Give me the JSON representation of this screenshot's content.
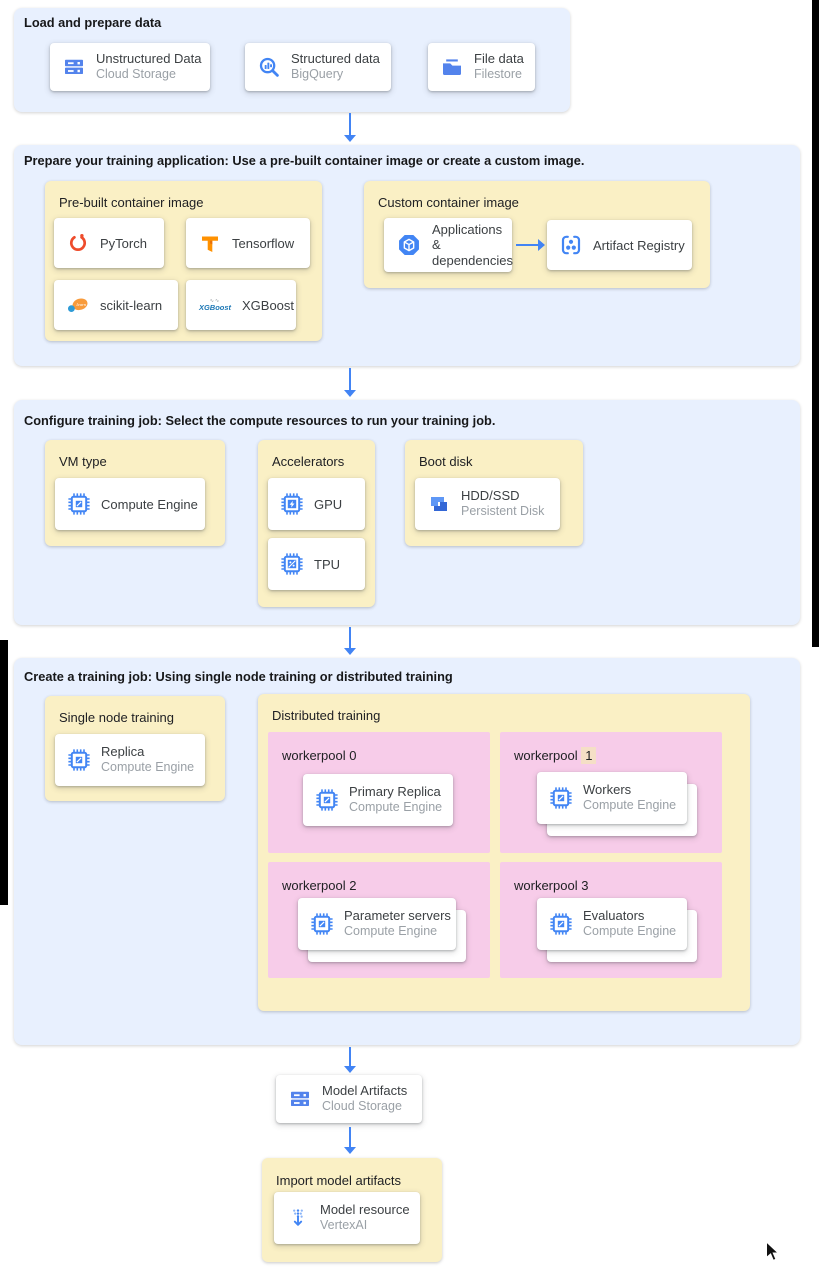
{
  "colors": {
    "section_bg": "#e8f0fe",
    "group_bg": "#faf0c5",
    "pool_bg": "#f7cce9",
    "arrow": "#4284f4",
    "card_title": "#3c4043",
    "card_subtitle": "#9aa0a6",
    "highlight": "#f5dfc6"
  },
  "sections": {
    "load": {
      "title": "Load and prepare data",
      "cards": [
        {
          "icon": "cloud-storage-icon",
          "title": "Unstructured Data",
          "subtitle": "Cloud Storage"
        },
        {
          "icon": "bigquery-icon",
          "title": "Structured data",
          "subtitle": "BigQuery"
        },
        {
          "icon": "filestore-icon",
          "title": "File data",
          "subtitle": "Filestore"
        }
      ]
    },
    "prepare": {
      "title": "Prepare your training application: Use a pre-built container image or create a custom image.",
      "prebuilt": {
        "label": "Pre-built container image",
        "cards": [
          {
            "icon": "pytorch-icon",
            "title": "PyTorch"
          },
          {
            "icon": "tensorflow-icon",
            "title": "Tensorflow"
          },
          {
            "icon": "scikit-learn-icon",
            "title": "scikit-learn"
          },
          {
            "icon": "xgboost-icon",
            "title": "XGBoost"
          }
        ]
      },
      "custom": {
        "label": "Custom container image",
        "source_card": {
          "icon": "applications-icon",
          "title": "Applications & dependencies"
        },
        "target_card": {
          "icon": "artifact-registry-icon",
          "title": "Artifact Registry"
        }
      }
    },
    "configure": {
      "title": "Configure training job: Select the compute resources to run your training job.",
      "vm_type": {
        "label": "VM type",
        "card": {
          "icon": "compute-engine-icon",
          "title": "Compute Engine"
        }
      },
      "accelerators": {
        "label": "Accelerators",
        "cards": [
          {
            "icon": "gpu-icon",
            "title": "GPU"
          },
          {
            "icon": "tpu-icon",
            "title": "TPU"
          }
        ]
      },
      "boot_disk": {
        "label": "Boot disk",
        "card": {
          "icon": "persistent-disk-icon",
          "title": "HDD/SSD",
          "subtitle": "Persistent Disk"
        }
      }
    },
    "create": {
      "title": "Create a training job: Using single node training or distributed training",
      "single_node": {
        "label": "Single node training",
        "card": {
          "icon": "compute-engine-icon",
          "title": "Replica",
          "subtitle": "Compute Engine"
        }
      },
      "distributed": {
        "label": "Distributed training",
        "pools": [
          {
            "name": "workerpool",
            "num": "0",
            "card": {
              "icon": "compute-engine-icon",
              "title": "Primary Replica",
              "subtitle": "Compute Engine"
            }
          },
          {
            "name": "workerpool",
            "num": "1",
            "card": {
              "icon": "compute-engine-icon",
              "title": "Workers",
              "subtitle": "Compute Engine"
            }
          },
          {
            "name": "workerpool",
            "num": "2",
            "card": {
              "icon": "compute-engine-icon",
              "title": "Parameter servers",
              "subtitle": "Compute Engine"
            }
          },
          {
            "name": "workerpool",
            "num": "3",
            "card": {
              "icon": "compute-engine-icon",
              "title": "Evaluators",
              "subtitle": "Compute Engine"
            }
          }
        ]
      }
    }
  },
  "outputs": {
    "model_artifacts": {
      "icon": "cloud-storage-icon",
      "title": "Model Artifacts",
      "subtitle": "Cloud Storage"
    },
    "import_box": {
      "label": "Import model artifacts",
      "card": {
        "icon": "vertex-ai-icon",
        "title": "Model resource",
        "subtitle": "VertexAI"
      }
    }
  },
  "ui": {
    "cursor_icon": "arrow-pointer-icon"
  }
}
